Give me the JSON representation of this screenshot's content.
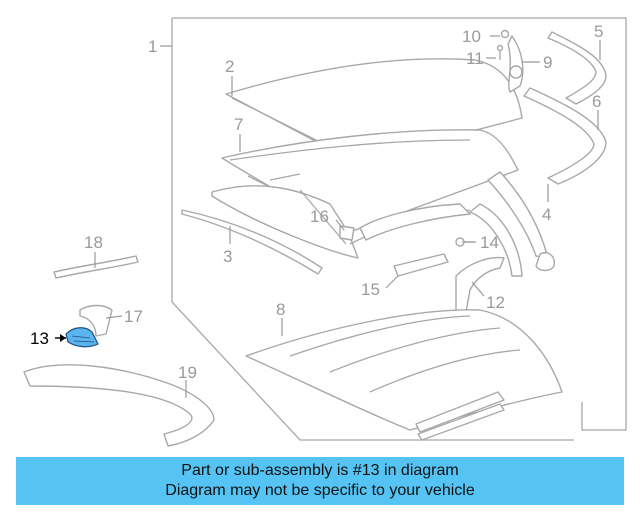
{
  "diagram": {
    "callouts": {
      "c1": "1",
      "c2": "2",
      "c3": "3",
      "c4": "4",
      "c5": "5",
      "c6": "6",
      "c7": "7",
      "c8": "8",
      "c9": "9",
      "c10": "10",
      "c11": "11",
      "c12": "12",
      "c13": "13",
      "c14": "14",
      "c15": "15",
      "c16": "16",
      "c17": "17",
      "c18": "18",
      "c19": "19"
    },
    "highlight_color": "#5ab4f0",
    "line_color": "#a8a8a8"
  },
  "banner": {
    "line1": "Part or sub-assembly is #13 in diagram",
    "line2": "Diagram may not be specific to your vehicle",
    "background": "#55c3f3"
  }
}
